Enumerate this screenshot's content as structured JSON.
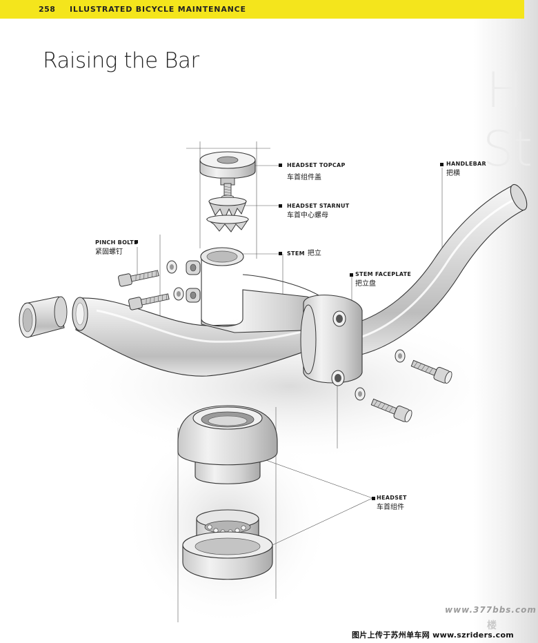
{
  "header": {
    "page_number": "258",
    "running_head": "ILLUSTRATED BICYCLE MAINTENANCE"
  },
  "title": "Raising the Bar",
  "labels": {
    "headset_topcap": {
      "en": "HEADSET TOPCAP",
      "zh": "车首组件盖"
    },
    "headset_starnut": {
      "en": "HEADSET STARNUT",
      "zh": "车首中心螺母"
    },
    "stem": {
      "en": "STEM",
      "zh": "把立"
    },
    "pinch_bolts": {
      "en": "PINCH BOLTS",
      "zh": "紧固螺钉"
    },
    "stem_faceplate": {
      "en": "STEM FACEPLATE",
      "zh": "把立盘"
    },
    "handlebar": {
      "en": "HANDLEBAR",
      "zh": "把横"
    },
    "headset": {
      "en": "HEADSET",
      "zh": "车首组件"
    }
  },
  "watermarks": {
    "site": "www.377bbs.com",
    "floor": "楼"
  },
  "footer_note": "图片上传于苏州单车网 www.szriders.com"
}
